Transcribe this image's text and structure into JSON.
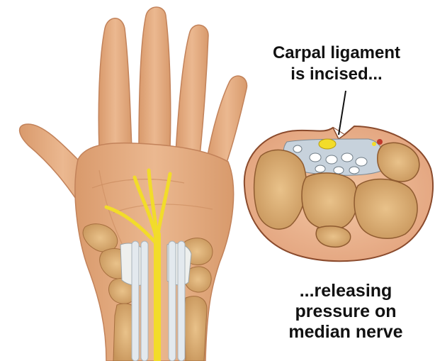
{
  "caption_top": {
    "line1": "Carpal ligament",
    "line2": "is incised..."
  },
  "caption_bottom": {
    "line1": "...releasing",
    "line2": "pressure on",
    "line3": "median nerve"
  },
  "colors": {
    "skin": "#e8b48a",
    "skin_shadow": "#c98a5e",
    "nerve": "#f2dc2a",
    "bone": "#e6b97c",
    "tendon": "#dfe6ec",
    "section_outline": "#8a4a2c"
  }
}
